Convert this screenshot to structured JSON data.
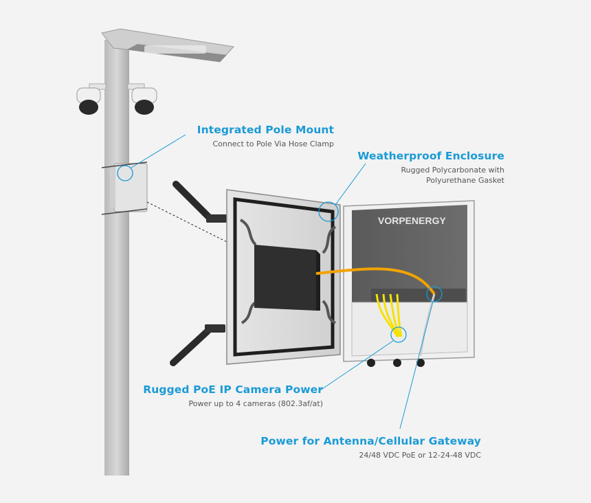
{
  "brand": "VORPENERGY",
  "callouts": {
    "pole_mount": {
      "title": "Integrated Pole Mount",
      "subtitle": "Connect to Pole Via Hose Clamp"
    },
    "enclosure": {
      "title": "Weatherproof Enclosure",
      "subtitle_line1": "Rugged Polycarbonate with",
      "subtitle_line2": "Polyurethane Gasket"
    },
    "poe_power": {
      "title": "Rugged PoE IP Camera Power",
      "subtitle": "Power up to 4 cameras (802.3af/at)"
    },
    "gateway_power": {
      "title": "Power for Antenna/Cellular Gateway",
      "subtitle": "24/48 VDC PoE or 12-24-48 VDC"
    }
  },
  "colors": {
    "accent": "#1a9ad6",
    "cable": "#f2a300",
    "poe_cable": "#f5e200"
  }
}
